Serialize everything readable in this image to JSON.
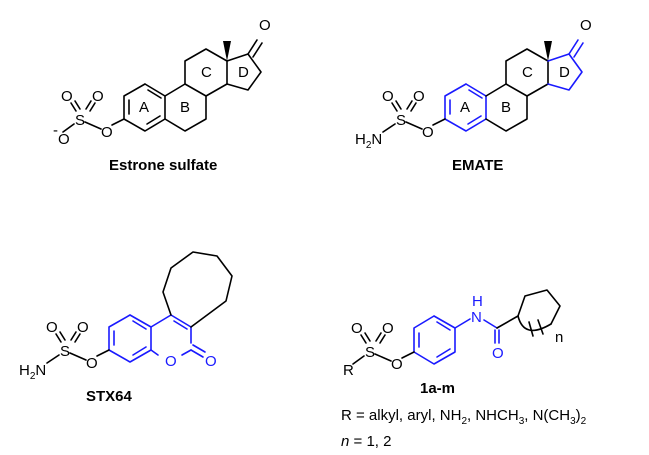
{
  "colors": {
    "black": "#000000",
    "blue": "#1a1aff",
    "background": "#ffffff"
  },
  "compounds": {
    "estrone_sulfate": {
      "name": "Estrone sulfate",
      "rings": [
        "A",
        "B",
        "C",
        "D"
      ],
      "atoms": {
        "o_keto": "O",
        "o_s1": "O",
        "o_s2": "O",
        "s": "S",
        "o_minus": "O",
        "charge": "-",
        "o_link": "O"
      }
    },
    "emate": {
      "name": "EMATE",
      "rings": [
        "A",
        "B",
        "C",
        "D"
      ],
      "atoms": {
        "o_keto": "O",
        "o_s1": "O",
        "o_s2": "O",
        "s": "S",
        "h2n": "H2N",
        "o_link": "O"
      }
    },
    "stx64": {
      "name": "STX64",
      "atoms": {
        "o_s1": "O",
        "o_s2": "O",
        "s": "S",
        "h2n": "H2N",
        "o_link": "O",
        "o_ring": "O",
        "o_carbonyl": "O"
      }
    },
    "series_1am": {
      "name": "1a-m",
      "atoms": {
        "o_s1": "O",
        "o_s2": "O",
        "s": "S",
        "r": "R",
        "o_link": "O",
        "nh_h": "H",
        "n": "N",
        "o_amide": "O",
        "n_sub": "n"
      },
      "r_definition": "R = alkyl, aryl, NH2, NHCH3, N(CH3)2",
      "n_definition": "n = 1, 2"
    }
  }
}
